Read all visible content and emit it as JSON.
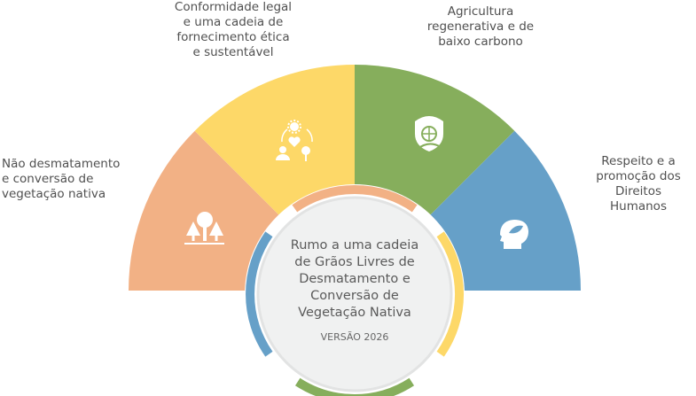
{
  "pillars": [
    {
      "label": "Não desmatamento\ne conversão de\nvegetação nativa",
      "icon": "forest-icon",
      "color": "#F2B185"
    },
    {
      "label": "Conformidade legal\ne uma cadeia de\nfornecimento ética\ne sustentável",
      "icon": "community-nature-icon",
      "color": "#FDD868"
    },
    {
      "label": "Agricultura\nregenerativa e de\nbaixo carbono",
      "icon": "shield-leaf-icon",
      "color": "#86AE5C"
    },
    {
      "label": "Respeito e a\npromoção dos\nDireitos Humanos",
      "icon": "head-leaf-icon",
      "color": "#66A0C8"
    }
  ],
  "center": {
    "title": "Rumo a uma cadeia\nde Grãos Livres de\nDesmatamento e\nConversão de\nVegetação Nativa",
    "version": "VERSÃO 2026"
  }
}
